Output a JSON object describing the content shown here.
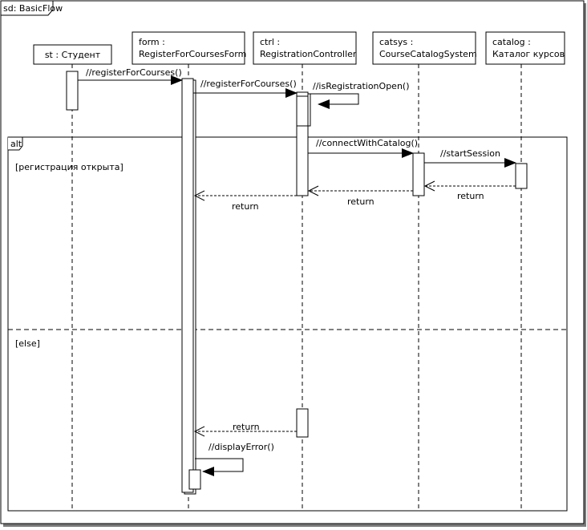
{
  "diagram": {
    "title": "sd: BasicFlow",
    "lifelines": [
      {
        "id": "st",
        "line1": "st : Студент",
        "line2": ""
      },
      {
        "id": "form",
        "line1": "form :",
        "line2": "RegisterForCoursesForm"
      },
      {
        "id": "ctrl",
        "line1": "ctrl :",
        "line2": "RegistrationController"
      },
      {
        "id": "catsys",
        "line1": "catsys :",
        "line2": "CourseCatalogSystem"
      },
      {
        "id": "catalog",
        "line1": "catalog :",
        "line2": "Каталог курсов"
      }
    ],
    "messages": [
      {
        "id": "m1",
        "label": "//registerForCourses()"
      },
      {
        "id": "m2",
        "label": "//registerForCourses()"
      },
      {
        "id": "m3",
        "label": "//isRegistrationOpen()"
      },
      {
        "id": "m4",
        "label": "//connectWithCatalog()"
      },
      {
        "id": "m5",
        "label": "//startSession"
      },
      {
        "id": "r1",
        "label": "return"
      },
      {
        "id": "r2",
        "label": "return"
      },
      {
        "id": "r3",
        "label": "return"
      },
      {
        "id": "r4",
        "label": "return"
      },
      {
        "id": "m6",
        "label": "//displayError()"
      }
    ],
    "fragment": {
      "operator": "alt",
      "guard_1": "[регистрация открыта]",
      "guard_2": "[else]"
    }
  }
}
